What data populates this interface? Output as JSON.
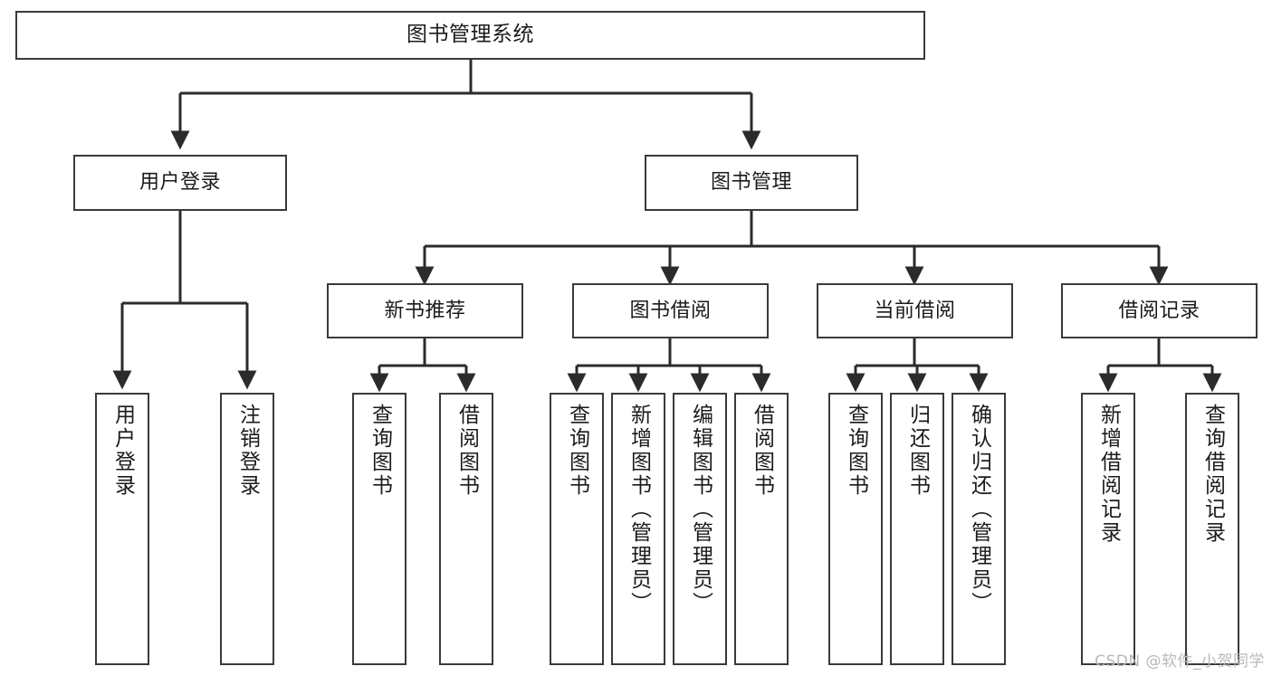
{
  "diagram": {
    "title": "图书管理系统",
    "type": "tree",
    "watermark": "CSDN @软件_小贺同学",
    "colors": {
      "box_border": "#3a3a3a",
      "box_fill": "#ffffff",
      "connector": "#2b2b2b",
      "text": "#1b1b1b",
      "watermark": "#b9b9b9",
      "background": "#ffffff"
    },
    "root": {
      "label": "图书管理系统"
    },
    "level2": [
      {
        "label": "用户登录"
      },
      {
        "label": "图书管理"
      }
    ],
    "level3": [
      {
        "label": "新书推荐"
      },
      {
        "label": "图书借阅"
      },
      {
        "label": "当前借阅"
      },
      {
        "label": "借阅记录"
      }
    ],
    "leaves": {
      "user_login": [
        {
          "label": "用户登录"
        },
        {
          "label": "注销登录"
        }
      ],
      "new_book_recommend": [
        {
          "label": "查询图书"
        },
        {
          "label": "借阅图书"
        }
      ],
      "book_borrow": [
        {
          "label": "查询图书"
        },
        {
          "label": "新增图书（管理员）"
        },
        {
          "label": "编辑图书（管理员）"
        },
        {
          "label": "借阅图书"
        }
      ],
      "current_borrow": [
        {
          "label": "查询图书"
        },
        {
          "label": "归还图书"
        },
        {
          "label": "确认归还（管理员）"
        }
      ],
      "borrow_record": [
        {
          "label": "新增借阅记录"
        },
        {
          "label": "查询借阅记录"
        }
      ]
    }
  }
}
